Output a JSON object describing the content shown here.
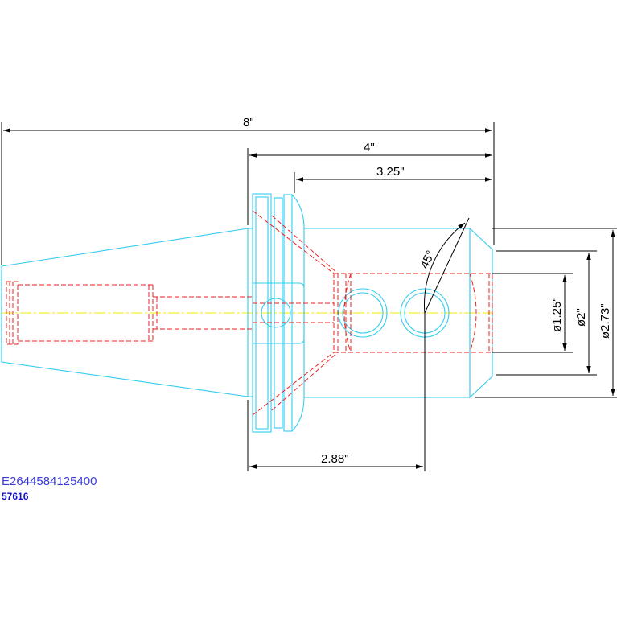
{
  "colors": {
    "outline": "#33ccee",
    "hidden": "#ee2222",
    "centerline": "#eeee00",
    "dimension": "#000000",
    "text_blue": "#3a3adf"
  },
  "dimensions": {
    "overall_length": "8\"",
    "flange_length": "4\"",
    "body_length": "3.25\"",
    "hole_offset": "2.88\"",
    "angle": "45°",
    "bore_dia": "ø1.25\"",
    "mid_dia": "ø2\"",
    "body_dia": "ø2.73\""
  },
  "part": {
    "code": "E2644584125400",
    "number": "57616"
  }
}
